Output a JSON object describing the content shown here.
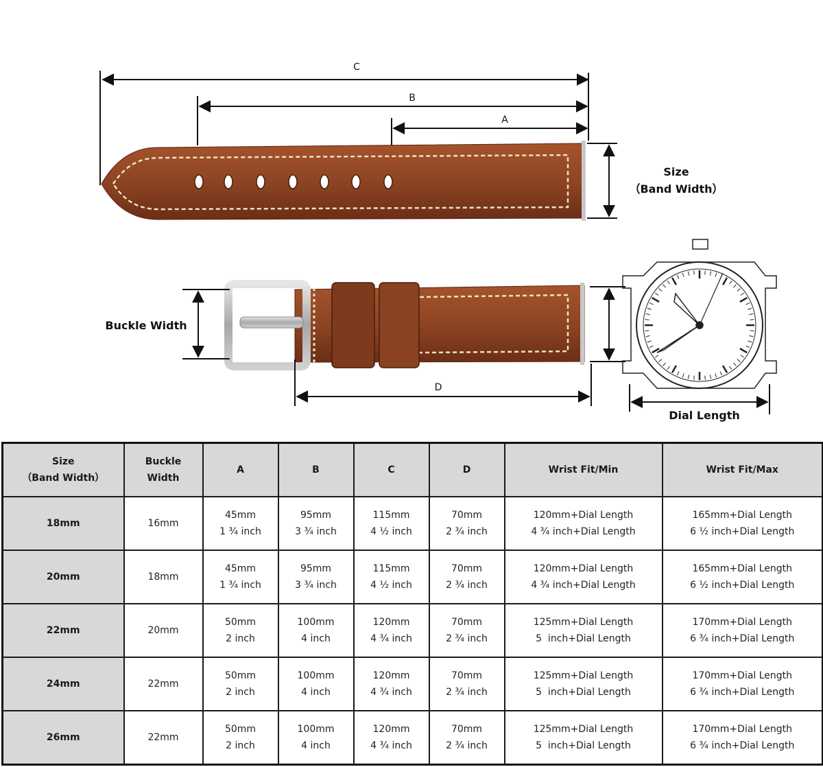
{
  "diagram": {
    "labels": {
      "c": "C",
      "b": "B",
      "a": "A",
      "d": "D",
      "size_line1": "Size",
      "size_line2": "（Band Width）",
      "buckle_width": "Buckle Width",
      "dial_length": "Dial Length"
    },
    "colors": {
      "leather": "#8e4424",
      "leather_dark": "#6b2e16",
      "stitch": "#efe3c4",
      "buckle": "#b8b8b8"
    }
  },
  "table": {
    "headers": [
      [
        "Size",
        "（Band Width）"
      ],
      [
        "Buckle",
        "Width"
      ],
      [
        "A"
      ],
      [
        "B"
      ],
      [
        "C"
      ],
      [
        "D"
      ],
      [
        "Wrist Fit/Min"
      ],
      [
        "Wrist Fit/Max"
      ]
    ],
    "rows": [
      {
        "size": "18mm",
        "buckle": "16mm",
        "a": [
          "45mm",
          "1 ¾ inch"
        ],
        "b": [
          "95mm",
          "3 ¾ inch"
        ],
        "c": [
          "115mm",
          "4 ½ inch"
        ],
        "d": [
          "70mm",
          "2 ¾ inch"
        ],
        "min": [
          "120mm+Dial Length",
          "4 ¾ inch+Dial Length"
        ],
        "max": [
          "165mm+Dial Length",
          "6 ½ inch+Dial Length"
        ]
      },
      {
        "size": "20mm",
        "buckle": "18mm",
        "a": [
          "45mm",
          "1 ¾ inch"
        ],
        "b": [
          "95mm",
          "3 ¾ inch"
        ],
        "c": [
          "115mm",
          "4 ½ inch"
        ],
        "d": [
          "70mm",
          "2 ¾ inch"
        ],
        "min": [
          "120mm+Dial Length",
          "4 ¾ inch+Dial Length"
        ],
        "max": [
          "165mm+Dial Length",
          "6 ½ inch+Dial Length"
        ]
      },
      {
        "size": "22mm",
        "buckle": "20mm",
        "a": [
          "50mm",
          "2 inch"
        ],
        "b": [
          "100mm",
          "4 inch"
        ],
        "c": [
          "120mm",
          "4 ¾ inch"
        ],
        "d": [
          "70mm",
          "2 ¾ inch"
        ],
        "min": [
          "125mm+Dial Length",
          "5  inch+Dial Length"
        ],
        "max": [
          "170mm+Dial Length",
          "6 ¾ inch+Dial Length"
        ]
      },
      {
        "size": "24mm",
        "buckle": "22mm",
        "a": [
          "50mm",
          "2 inch"
        ],
        "b": [
          "100mm",
          "4 inch"
        ],
        "c": [
          "120mm",
          "4 ¾ inch"
        ],
        "d": [
          "70mm",
          "2 ¾ inch"
        ],
        "min": [
          "125mm+Dial Length",
          "5  inch+Dial Length"
        ],
        "max": [
          "170mm+Dial Length",
          "6 ¾ inch+Dial Length"
        ]
      },
      {
        "size": "26mm",
        "buckle": "22mm",
        "a": [
          "50mm",
          "2 inch"
        ],
        "b": [
          "100mm",
          "4 inch"
        ],
        "c": [
          "120mm",
          "4 ¾ inch"
        ],
        "d": [
          "70mm",
          "2 ¾ inch"
        ],
        "min": [
          "125mm+Dial Length",
          "5  inch+Dial Length"
        ],
        "max": [
          "170mm+Dial Length",
          "6 ¾ inch+Dial Length"
        ]
      }
    ]
  }
}
